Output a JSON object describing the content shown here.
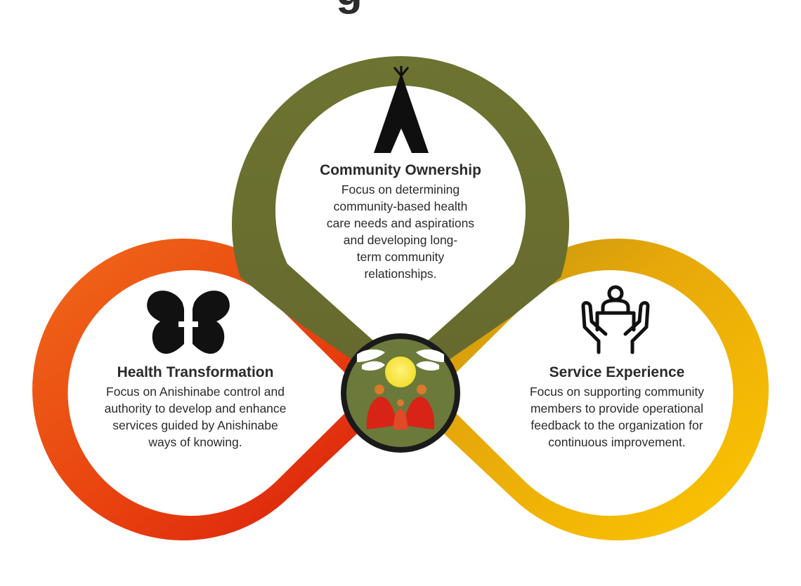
{
  "heading_fragment": "g",
  "sections": {
    "community_ownership": {
      "title": "Community Ownership",
      "lines": [
        "Focus on determining",
        "community-based health",
        "care needs and aspirations",
        "and developing long-",
        "term community",
        "relationships."
      ],
      "icon": "tipi-icon"
    },
    "health_transformation": {
      "title": "Health Transformation",
      "lines": [
        "Focus on Anishinabe control and",
        "authority to develop and enhance",
        "services guided by Anishinabe",
        "ways of knowing."
      ],
      "icon": "butterfly-cross-icon"
    },
    "service_experience": {
      "title": "Service Experience",
      "lines": [
        "Focus on supporting community",
        "members to provide operational",
        "feedback to the organization for",
        "continuous improvement."
      ],
      "icon": "hands-person-icon"
    }
  },
  "center_emblem": "anishinabe-circle-emblem",
  "colors": {
    "green": "#6b7030",
    "red_light": "#ef5a17",
    "red_dark": "#db1f0c",
    "yellow_light": "#f0b800",
    "yellow_dark": "#d98a10",
    "text": "#2a2a2a"
  }
}
